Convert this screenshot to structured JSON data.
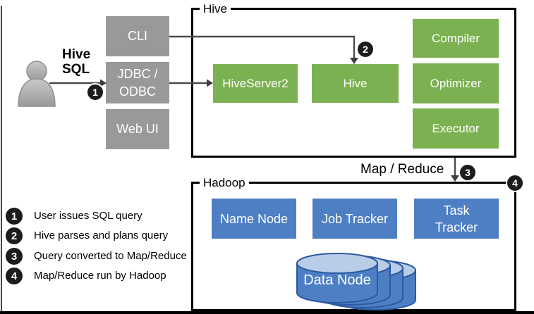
{
  "colors": {
    "box-green": "#7CB152",
    "box-gray": "#999999",
    "box-blue": "#4E7FC4",
    "cylinder-top": "#B9CDE8",
    "cylinder-body": "#4E7FC4",
    "cylinder-stroke": "#2B5AA0",
    "badge-bg": "#1C1C1C",
    "arrow": "#4B4B4B",
    "frame-border": "#000000"
  },
  "user": {
    "label_line1": "Hive",
    "label_line2": "SQL"
  },
  "clients": {
    "cli": "CLI",
    "jdbc_line1": "JDBC /",
    "jdbc_line2": "ODBC",
    "web_ui": "Web UI"
  },
  "hive": {
    "title": "Hive",
    "hiveserver2": "HiveServer2",
    "hive_box": "Hive",
    "compiler": "Compiler",
    "optimizer": "Optimizer",
    "executor": "Executor"
  },
  "hadoop": {
    "title": "Hadoop",
    "name_node": "Name Node",
    "job_tracker": "Job Tracker",
    "task_tracker_line1": "Task",
    "task_tracker_line2": "Tracker",
    "data_node": "Data Node"
  },
  "flow": {
    "map_reduce": "Map / Reduce"
  },
  "steps": [
    "1",
    "2",
    "3",
    "4"
  ],
  "legend": [
    {
      "num": "1",
      "text": "User issues SQL query"
    },
    {
      "num": "2",
      "text": "Hive parses and plans query"
    },
    {
      "num": "3",
      "text": "Query converted to Map/Reduce"
    },
    {
      "num": "4",
      "text": "Map/Reduce run by Hadoop"
    }
  ]
}
